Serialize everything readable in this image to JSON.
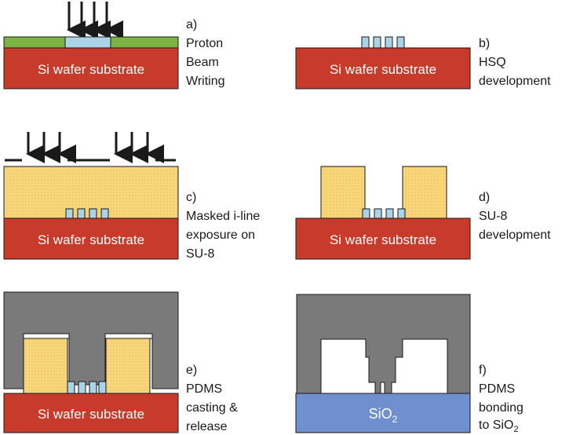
{
  "colors": {
    "substrate": "#c83a2a",
    "resist_green": "#7cb342",
    "hsq_blue": "#a9d3e6",
    "su8_yellow": "#f7d57a",
    "pdms_gray": "#7a7a7a",
    "sio2_blue": "#6f8fcf",
    "outline": "#1a1a1a"
  },
  "icons": {
    "arrow": "down-arrow-icon"
  },
  "panels": {
    "a": {
      "substrate_label": "Si wafer substrate",
      "caption_lines": [
        "a)",
        "Proton",
        "Beam",
        "Writing"
      ]
    },
    "b": {
      "substrate_label": "Si wafer substrate",
      "caption_lines": [
        "b)",
        "HSQ",
        "development"
      ]
    },
    "c": {
      "substrate_label": "Si wafer substrate",
      "caption_lines": [
        "c)",
        "Masked i-line",
        "exposure on",
        "SU-8"
      ]
    },
    "d": {
      "substrate_label": "Si wafer substrate",
      "caption_lines": [
        "d)",
        "SU-8",
        "development"
      ]
    },
    "e": {
      "substrate_label": "Si wafer substrate",
      "caption_lines": [
        "e)",
        "PDMS",
        "casting &",
        "release"
      ]
    },
    "f": {
      "substrate_label": "SiO",
      "substrate_sub": "2",
      "caption_lines": [
        "f)",
        "PDMS",
        "bonding",
        "to SiO"
      ],
      "caption_last_sub": "2"
    }
  }
}
